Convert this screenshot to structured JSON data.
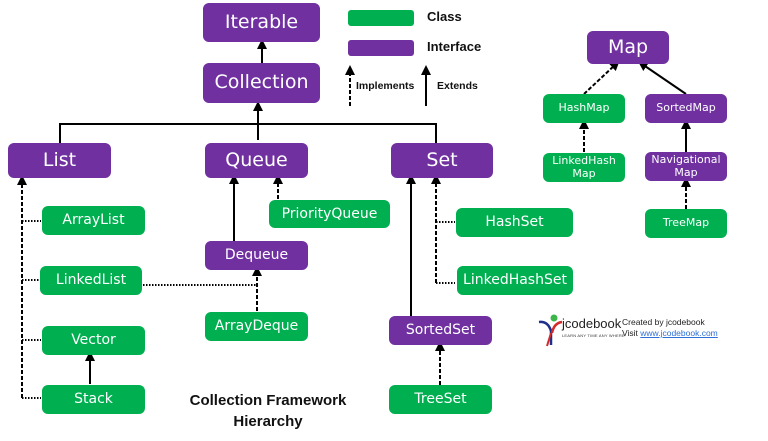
{
  "legend": {
    "class_label": "Class",
    "interface_label": "Interface",
    "implements_label": "Implements",
    "extends_label": "Extends",
    "class_color": "#00b050",
    "interface_color": "#7030a0"
  },
  "nodes": {
    "iterable": {
      "label": "Iterable",
      "kind": "interface"
    },
    "collection": {
      "label": "Collection",
      "kind": "interface"
    },
    "list": {
      "label": "List",
      "kind": "interface"
    },
    "queue": {
      "label": "Queue",
      "kind": "interface"
    },
    "set": {
      "label": "Set",
      "kind": "interface"
    },
    "arraylist": {
      "label": "ArrayList",
      "kind": "class"
    },
    "linkedlist": {
      "label": "LinkedList",
      "kind": "class"
    },
    "vector": {
      "label": "Vector",
      "kind": "class"
    },
    "stack": {
      "label": "Stack",
      "kind": "class"
    },
    "priorityqueue": {
      "label": "PriorityQueue",
      "kind": "class"
    },
    "dequeue": {
      "label": "Dequeue",
      "kind": "interface"
    },
    "arraydeque": {
      "label": "ArrayDeque",
      "kind": "class"
    },
    "hashset": {
      "label": "HashSet",
      "kind": "class"
    },
    "linkedhashset": {
      "label": "LinkedHashSet",
      "kind": "class"
    },
    "sortedset": {
      "label": "SortedSet",
      "kind": "interface"
    },
    "treeset": {
      "label": "TreeSet",
      "kind": "class"
    },
    "map": {
      "label": "Map",
      "kind": "interface"
    },
    "hashmap": {
      "label": "HashMap",
      "kind": "class"
    },
    "sortedmap": {
      "label": "SortedMap",
      "kind": "interface"
    },
    "linkedhashmap": {
      "label": "LinkedHash\nMap",
      "label_line1": "LinkedHash",
      "label_line2": "Map",
      "kind": "class"
    },
    "navigationalmap": {
      "label": "Navigational\nMap",
      "label_line1": "Navigational",
      "label_line2": "Map",
      "kind": "interface"
    },
    "treemap": {
      "label": "TreeMap",
      "kind": "class"
    }
  },
  "edges": [
    {
      "from": "collection",
      "to": "iterable",
      "type": "extends"
    },
    {
      "from": "list",
      "to": "collection",
      "type": "extends"
    },
    {
      "from": "queue",
      "to": "collection",
      "type": "extends"
    },
    {
      "from": "set",
      "to": "collection",
      "type": "extends"
    },
    {
      "from": "arraylist",
      "to": "list",
      "type": "implements"
    },
    {
      "from": "linkedlist",
      "to": "list",
      "type": "implements"
    },
    {
      "from": "linkedlist",
      "to": "dequeue",
      "type": "implements"
    },
    {
      "from": "vector",
      "to": "list",
      "type": "implements"
    },
    {
      "from": "stack",
      "to": "list",
      "type": "implements"
    },
    {
      "from": "stack",
      "to": "vector",
      "type": "extends"
    },
    {
      "from": "priorityqueue",
      "to": "queue",
      "type": "implements"
    },
    {
      "from": "dequeue",
      "to": "queue",
      "type": "extends"
    },
    {
      "from": "arraydeque",
      "to": "dequeue",
      "type": "implements"
    },
    {
      "from": "hashset",
      "to": "set",
      "type": "implements"
    },
    {
      "from": "linkedhashset",
      "to": "set",
      "type": "implements"
    },
    {
      "from": "sortedset",
      "to": "set",
      "type": "extends"
    },
    {
      "from": "treeset",
      "to": "sortedset",
      "type": "implements"
    },
    {
      "from": "hashmap",
      "to": "map",
      "type": "implements"
    },
    {
      "from": "sortedmap",
      "to": "map",
      "type": "extends"
    },
    {
      "from": "linkedhashmap",
      "to": "hashmap",
      "type": "implements"
    },
    {
      "from": "navigationalmap",
      "to": "sortedmap",
      "type": "extends"
    },
    {
      "from": "treemap",
      "to": "navigationalmap",
      "type": "implements"
    }
  ],
  "title": {
    "line1": "Collection Framework",
    "line2": "Hierarchy"
  },
  "branding": {
    "logo_text": "jcodebook",
    "tagline": "LEARN ANY TIME ANY WHERE",
    "credit": "Created by jcodebook",
    "visit_prefix": "Visit ",
    "link_text": "www.jcodebook.com"
  }
}
